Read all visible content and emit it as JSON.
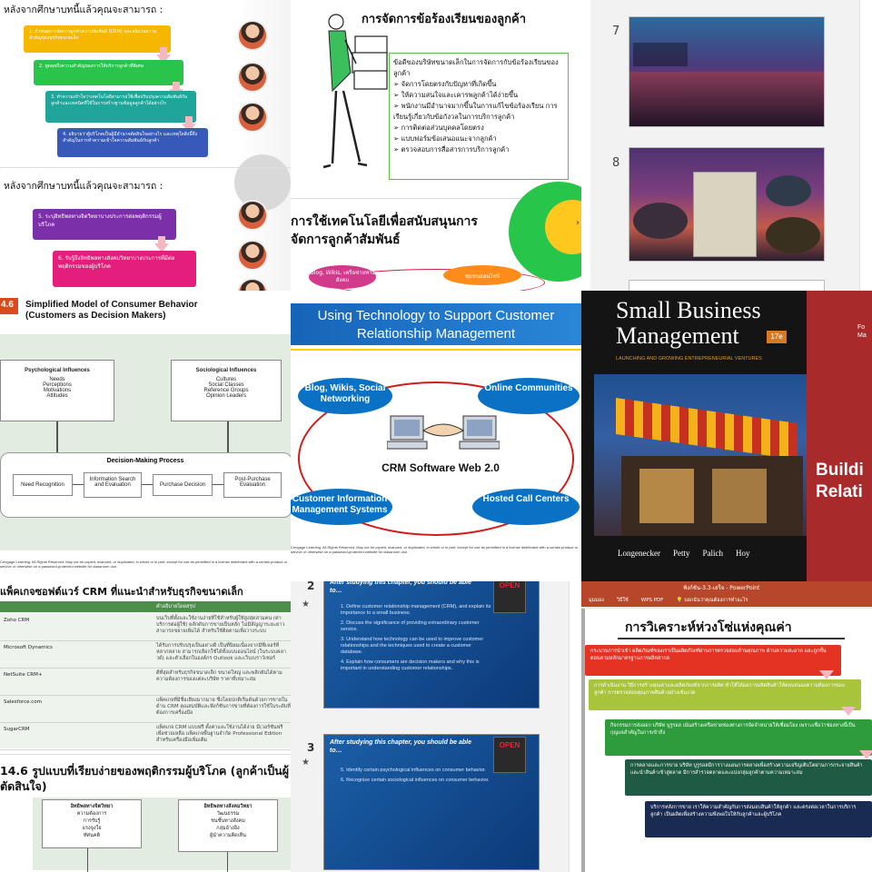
{
  "cell1": {
    "heading1": "หลังจากศึกษาบทนี้แล้วคุณจะสามารถ :",
    "heading2": "หลังจากศึกษาบทนี้แล้วคุณจะสามารถ :",
    "steps1": [
      "1. กำหนดการจัดการลูกค้าความสัมพันธ์ (CRM) และอธิบายความสำคัญของธุรกิจขนาดเล็ก",
      "2. พูดคุยถึงความสำคัญของการให้บริการลูกค้าที่พิเศษ",
      "3. ทำความเข้าใจว่าเทคโนโลยีสามารถใช้เพื่อปรับปรุงความสัมพันธ์กับลูกค้าและเทคนิคที่ใช้ในการสร้างฐานข้อมูลลูกค้าได้อย่างไร",
      "4. อธิบายว่าผู้บริโภคเป็นผู้มีอำนาจตัดสินใจอย่างไร และเหตุใดสิ่งนี้จึงสำคัญในการทำความเข้าใจความสัมพันธ์กับลูกค้า"
    ],
    "steps2": [
      "5. ระบุอิทธิพลทางจิตวิทยาบางประการต่อพฤติกรรมผู้บริโภค",
      "6. รับรู้ถึงอิทธิพลทางสังคมวิทยาบางประการที่มีต่อพฤติกรรมของผู้บริโภค"
    ]
  },
  "cell2": {
    "title": "การจัดการข้อร้องเรียนของลูกค้า",
    "intro": "ข้อดีของบริษัทขนาดเล็กในการจัดการกับข้อร้องเรียนของลูกค้า",
    "bullets": [
      "จัดการโดยตรงกับปัญหาที่เกิดขึ้น",
      "ให้ความสนใจและเคารพลูกค้าได้ง่ายขึ้น",
      "พนักงานมีอำนาจมากขึ้นในการแก้ไขข้อร้องเรียน การเรียนรู้เกี่ยวกับข้อกังวลในการบริการลูกค้า",
      "การติดต่อส่วนบุคคลโดยตรง",
      "แบบฟอร์มข้อเสนอแนะจากลูกค้า",
      "ตรวจสอบการสื่อสารการบริการลูกค้า"
    ],
    "title2": "การใช้เทคโนโลยีเพื่อสนับสนุนการจัดการลูกค้าสัมพันธ์",
    "pill1": "Blog, Wikis, เครือข่ายทางสังคม",
    "pill2": "ชุมชนออนไลน์"
  },
  "cell3": {
    "slide7": "7",
    "slide8": "8"
  },
  "cell4": {
    "badge": "4.6",
    "title": "Simplified Model of Consumer Behavior (Customers as Decision Makers)",
    "psych_title": "Psychological Influences",
    "psych_items": [
      "Needs",
      "Perceptions",
      "Motivations",
      "Attitudes"
    ],
    "socio_title": "Sociological Influences",
    "socio_items": [
      "Cultures",
      "Social Classes",
      "Reference Groups",
      "Opinion Leaders"
    ],
    "process_title": "Decision-Making Process",
    "steps": [
      "Need Recognition",
      "Information Search and Evaluation",
      "Purchase Decision",
      "Post-Purchase Evaluation"
    ],
    "footer": "Cengage Learning. All Rights Reserved. May not be copied, scanned, or duplicated, in whole or in part, except for use as permitted in a license distributed with a certain product or service or otherwise on a password-protected website for classroom use."
  },
  "cell5": {
    "title": "Using Technology to Support Customer Relationship Management",
    "nodes": [
      "Blog, Wikis, Social Networking",
      "Online Communities",
      "Customer Information Management Systems",
      "Hosted Call Centers"
    ],
    "center": "CRM Software Web 2.0",
    "footer": "Cengage Learning. All Rights Reserved. May not be copied, scanned, or duplicated, in whole or in part, except for use as permitted in a license distributed with a certain product or service or otherwise on a password-protected website for classroom use."
  },
  "cell6": {
    "title": "Small Business Management",
    "edition": "17e",
    "subtitle": "LAUNCHING AND GROWING ENTREPRENEURIAL VENTURES",
    "authors": [
      "Longenecker",
      "Petty",
      "Palich",
      "Hoy"
    ],
    "side_top": "Fo Ma",
    "side_big": "Buildi Relati"
  },
  "cell7": {
    "title": "แพ็คเกจซอฟต์แวร์ CRM ที่แนะนำสำหรับธุรกิจขนาดเล็ก",
    "header_col2": "คำอธิบายโดยสรุป",
    "rows": [
      {
        "name": "Zoho CRM",
        "desc": "บนเว็บที่ตั้งและใช้งานง่ายที่ใช้สำหรับผู้ใช้สูงสุดสามคน (ค่าบริการต่อผู้ใช้) ผลักดันการขายเป็นหลัก ไม่มีสัญญาระยะยาว สามารถขยายเพิ่มได้ สำหรับใช้ติดตามเพื่อวางระบบ"
      },
      {
        "name": "Microsoft Dynamics",
        "desc": "ได้รับการปรับปรุงเป็นอย่างดี เป็นที่นิยมเนื่องจากมีฟีเจอร์ที่หลากหลาย สามารถเลือกใช้ได้ทั้งแบบออนไลน์ (ในระบบคลาวด์) และตัวเลือกในองค์กร Outlook และเว็บเบราว์เซอร์"
      },
      {
        "name": "NetSuite CRM+",
        "desc": "ดีที่สุดสำหรับธุรกิจขนาดเล็ก ขนาดใหญ่ และพลิกผันได้ตามความต้องการของแต่ละบริษัท ราคาที่เหมาะสม"
      },
      {
        "name": "Salesforce.com",
        "desc": "แพ็คเกจที่มีชื่อเสียงมากมาย ซึ่งโดยปกติเริ่มต้นด้วยการขายในด้าน CRM คุณสมบัติและฟังก์ชันการขายที่ต้องการใช้ในระดับที่ต้องการเครื่องมือ"
      },
      {
        "name": "SugarCRM",
        "desc": "แพ็คเกจ CRM แบบฟรี ตั้งค่าและใช้งานได้ง่าย มีเวอร์ชันฟรีเพื่อช่วยเหลือ แพ็คเกจพื้นฐานจำกัด Professional Edition สำหรับเครื่องมือเพิ่มเติม"
      }
    ],
    "title2": "14.6 รูปแบบที่เรียบง่ายของพฤติกรรมผู้บริโภค (ลูกค้าเป็นผู้ตัดสินใจ)",
    "psych_title": "อิทธิพลทางจิตวิทยา",
    "psych_items": [
      "ความต้องการ",
      "การรับรู้",
      "แรงจูงใจ",
      "ทัศนคติ"
    ],
    "socio_title": "อิทธิพลทางสังคมวิทยา",
    "socio_items": [
      "วัฒนธรรม",
      "ชนชั้นทางสังคม",
      "กลุ่มอ้างอิง",
      "ผู้นำความคิดเห็น"
    ]
  },
  "cell8": {
    "slide2": "2",
    "slide3": "3",
    "intro": "After studying this chapter, you should be able to…",
    "items2": [
      "1. Define customer relationship management (CRM), and explain its importance to a small business.",
      "2. Discuss the significance of providing extraordinary customer service.",
      "3. Understand how technology can be used to improve customer relationships and the techniques used to create a customer database.",
      "4. Explain how consumers are decision makers and why this is important in understanding customer relationships."
    ],
    "items3": [
      "5. Identify certain psychological influences on consumer behavior.",
      "6. Recognize certain sociological influences on consumer behavior."
    ],
    "sign": "OPEN"
  },
  "cell9": {
    "app_title": "ฟังก์ชัน-3.3-เสร็จ - PowerPoint",
    "ribbon": [
      "มุมมอง",
      "วิธีใช้",
      "WPS PDF",
      "บอกฉันว่าคุณต้องการทำอะไร"
    ],
    "title": "การวิเคราะห์ห่วงโซ่แห่งคุณค่า",
    "steps": [
      "กระบวนการนำเข้า ผลิตภัณฑ์ของเราเป็นผลิตภัณฑ์ผ่านการตรวจสอบด้านคุณภาพ ด้านความสะอาด และถูกขั้นตอนตามหลักมาตรฐานการผลิตสากล",
      "การดำเนินงาน วิธีการสร้างคุณค่าและผลิตภัณฑ์จากการผลิต ทำให้ได้ออการผลิตสินค้าให้ตอบสนองความต้องการของลูกค้า การตรวจสอบคุณภาพสินค้าอย่างเข้มงวด",
      "กิจกรรมการส่งออก บริษัท บูรูรอล เน้นสร้างเครือข่ายช่องทางการจัดจำหน่ายให้เชื่อมโยง เพราะเชื่อว่าช่องทางนี้เป็นกุญแจสำคัญในการเข้าถึง",
      "การตลาดและการขาย บริษัท บูรูรอลมีการวางแผนการตลาดเพื่อสร้างความเจริญเติบโตผ่านการกระจายสินค้าและนำสินค้าเข้าสู่ตลาด มีการสำรวจตลาดและแบ่งกลุ่มลูกค้าตามความเหมาะสม",
      "บริการหลังการขาย เราให้ความสำคัญกับการส่งมอบสินค้าให้ลูกค้า และตรงต่อเวลาในการบริการลูกค้า เป็นผลิตเพื่อสร้างความพึงพอใจให้กับลูกค้าและผู้บริโภค"
    ],
    "colors": [
      "#e53323",
      "#a8c43a",
      "#2e9c3d",
      "#1e5a44",
      "#1a2b52"
    ]
  }
}
